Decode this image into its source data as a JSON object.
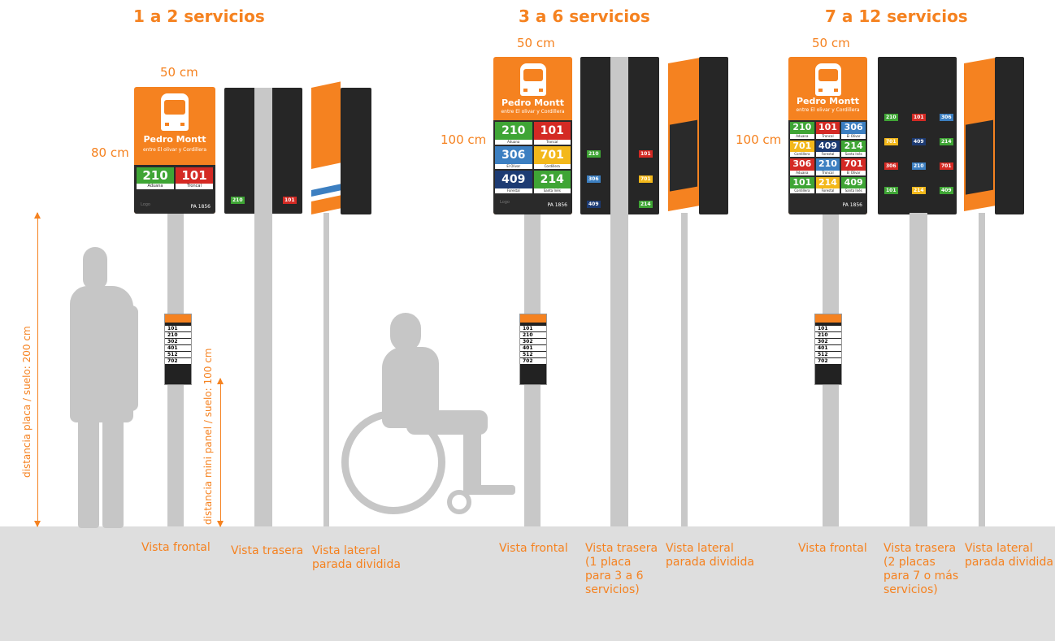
{
  "groups": [
    {
      "title": "1 a 2 servicios",
      "width_label": "50 cm",
      "height_label": "80 cm"
    },
    {
      "title": "3 a 6 servicios",
      "width_label": "50 cm",
      "height_label": "100 cm"
    },
    {
      "title": "7 a 12 servicios",
      "width_label": "50 cm",
      "height_label": "100 cm"
    }
  ],
  "sign": {
    "stop_name": "Pedro Montt",
    "stop_sub": "entre El olivar y Cordillera",
    "code": "PA 1856",
    "logo": "Logo"
  },
  "services_small": [
    {
      "num": "210",
      "dest": "Aduana",
      "color": "#3fa535"
    },
    {
      "num": "101",
      "dest": "Troncal",
      "color": "#d42a24"
    }
  ],
  "services_mid": [
    {
      "num": "210",
      "dest": "Aduana",
      "color": "#3fa535"
    },
    {
      "num": "101",
      "dest": "Troncal",
      "color": "#d42a24"
    },
    {
      "num": "306",
      "dest": "El Olivar",
      "color": "#3c7fc1"
    },
    {
      "num": "701",
      "dest": "Cordillera",
      "color": "#f3b81b"
    },
    {
      "num": "409",
      "dest": "Forestal",
      "color": "#1d3b73"
    },
    {
      "num": "214",
      "dest": "Santa Inés",
      "color": "#3fa535"
    }
  ],
  "services_large": [
    {
      "num": "210",
      "dest": "Aduana",
      "color": "#3fa535"
    },
    {
      "num": "101",
      "dest": "Troncal",
      "color": "#d42a24"
    },
    {
      "num": "306",
      "dest": "El Olivar",
      "color": "#3c7fc1"
    },
    {
      "num": "701",
      "dest": "Cordillera",
      "color": "#f3b81b"
    },
    {
      "num": "409",
      "dest": "Forestal",
      "color": "#1d3b73"
    },
    {
      "num": "214",
      "dest": "Santa Inés",
      "color": "#3fa535"
    },
    {
      "num": "306",
      "dest": "Aduana",
      "color": "#d42a24"
    },
    {
      "num": "210",
      "dest": "Troncal",
      "color": "#3c7fc1"
    },
    {
      "num": "701",
      "dest": "El Olivar",
      "color": "#d42a24"
    },
    {
      "num": "101",
      "dest": "Cordillera",
      "color": "#3fa535"
    },
    {
      "num": "214",
      "dest": "Forestal",
      "color": "#f3b81b"
    },
    {
      "num": "409",
      "dest": "Santa Inés",
      "color": "#3fa535"
    }
  ],
  "mini_panel_rows": [
    "101",
    "210",
    "302",
    "401",
    "512",
    "702"
  ],
  "captions": {
    "g1_front": "Vista frontal",
    "g1_rear": "Vista trasera",
    "g1_side_1": "Vista lateral",
    "g1_side_2": "parada dividida",
    "g2_front": "Vista frontal",
    "g2_rear_1": "Vista trasera",
    "g2_rear_2": "(1 placa",
    "g2_rear_3": "para 3 a 6",
    "g2_rear_4": "servicios)",
    "g2_side_1": "Vista lateral",
    "g2_side_2": "parada dividida",
    "g3_front": "Vista frontal",
    "g3_rear_1": "Vista trasera",
    "g3_rear_2": "(2 placas",
    "g3_rear_3": "para 7 o más",
    "g3_rear_4": "servicios)",
    "g3_side_1": "Vista lateral",
    "g3_side_2": "parada dividida"
  },
  "dimension_labels": {
    "plate_distance": "distancia placa / suelo: 200 cm",
    "mini_distance": "distancia mini panel / suelo: 100 cm"
  },
  "colors": {
    "accent": "#f58220",
    "panel_dark": "#262626",
    "pole": "#c8c8c8",
    "ground": "#dedede"
  }
}
